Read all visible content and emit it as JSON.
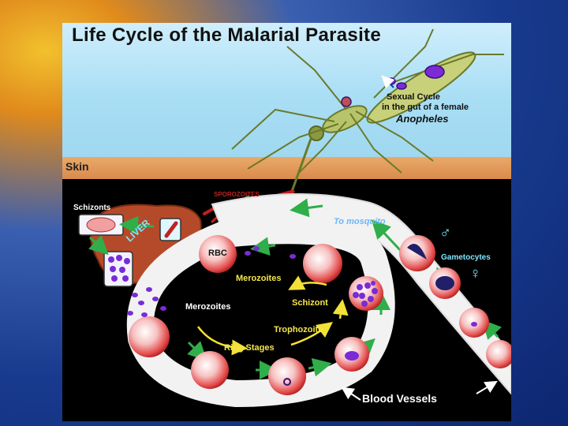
{
  "title": "Life Cycle of the Malarial Parasite",
  "mosquito": {
    "sexual_cycle_line1": "Sexual Cycle",
    "sexual_cycle_line2": "in the gut of a female",
    "species": "Anopheles"
  },
  "skin_label": "Skin",
  "labels": {
    "sporozoites": "SPOROZOITES",
    "schizonts": "Schizonts",
    "liver": "LIVER",
    "to_mosquito": "To mosquito",
    "male_symbol": "♂",
    "female_symbol": "♀",
    "gametocytes": "Gametocytes",
    "rbc": "RBC",
    "merozoites_top": "Merozoites",
    "merozoites_left": "Merozoites",
    "schizont": "Schizont",
    "trophozoite": "Trophozoite",
    "ring_stages": "Ring Stages",
    "blood_vessels": "Blood  Vessels"
  },
  "colors": {
    "sky": "#a9def5",
    "skin": "#d98b4b",
    "liver": "#b54a2a",
    "rbc": "#e84a4a",
    "parasite": "#7a2bd6",
    "arrows": "#2fae4a",
    "cycle_arrows": "#f2e235"
  }
}
